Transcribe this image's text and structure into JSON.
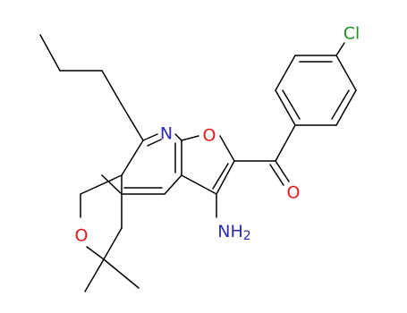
{
  "molecule": {
    "atoms": {
      "n_pyridine": {
        "symbol": "N",
        "color": "#2b2bb8"
      },
      "o_furan": {
        "symbol": "O",
        "color": "#e21b1b"
      },
      "o_ketone": {
        "symbol": "O",
        "color": "#e21b1b"
      },
      "o_pyran": {
        "symbol": "O",
        "color": "#e21b1b"
      },
      "nh2": {
        "symbol": "NH",
        "subscript": "2",
        "color": "#2b2bb8"
      },
      "cl": {
        "symbol": "Cl",
        "color": "#1f8f1f"
      }
    }
  }
}
